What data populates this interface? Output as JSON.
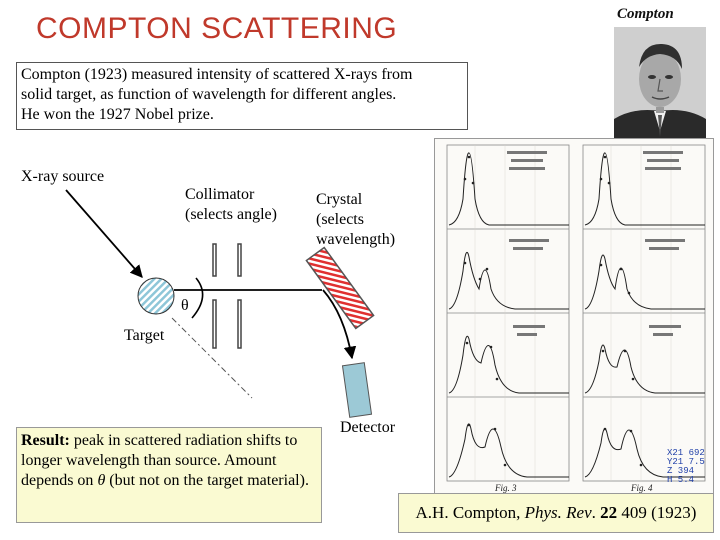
{
  "title": "COMPTON  SCATTERING",
  "photo": {
    "caption": "Compton"
  },
  "intro": {
    "lines": [
      "Compton (1923) measured intensity of scattered X-rays from",
      "solid target, as function of wavelength for different angles.",
      "He won the 1927 Nobel prize."
    ]
  },
  "diagram": {
    "source_label": "X-ray source",
    "collimator_lines": [
      "Collimator",
      "(selects angle)"
    ],
    "crystal_lines": [
      "Crystal",
      "(selects",
      "wavelength)"
    ],
    "theta_label": "θ",
    "target_label": "Target",
    "detector_label": "Detector",
    "colors": {
      "target_fill": "#8ec6d8",
      "crystal_stripe": "#e03030",
      "detector_fill": "#9cc9d6"
    }
  },
  "result": {
    "bold": "Result:",
    "text1": " peak in scattered radiation shifts to longer wavelength than source. Amount depends on ",
    "theta": "θ",
    "text2": " (but not on the target material)."
  },
  "figure": {
    "fig3": "Fig. 3",
    "fig4": "Fig. 4",
    "legend": [
      "X21 692",
      "Y21 7.5",
      "Z 394",
      "H 5.4"
    ]
  },
  "citation": {
    "author": "A.H. Compton, ",
    "journal": "Phys. Rev",
    "rest1": ". ",
    "volume": "22",
    "rest2": " 409 (1923)"
  }
}
